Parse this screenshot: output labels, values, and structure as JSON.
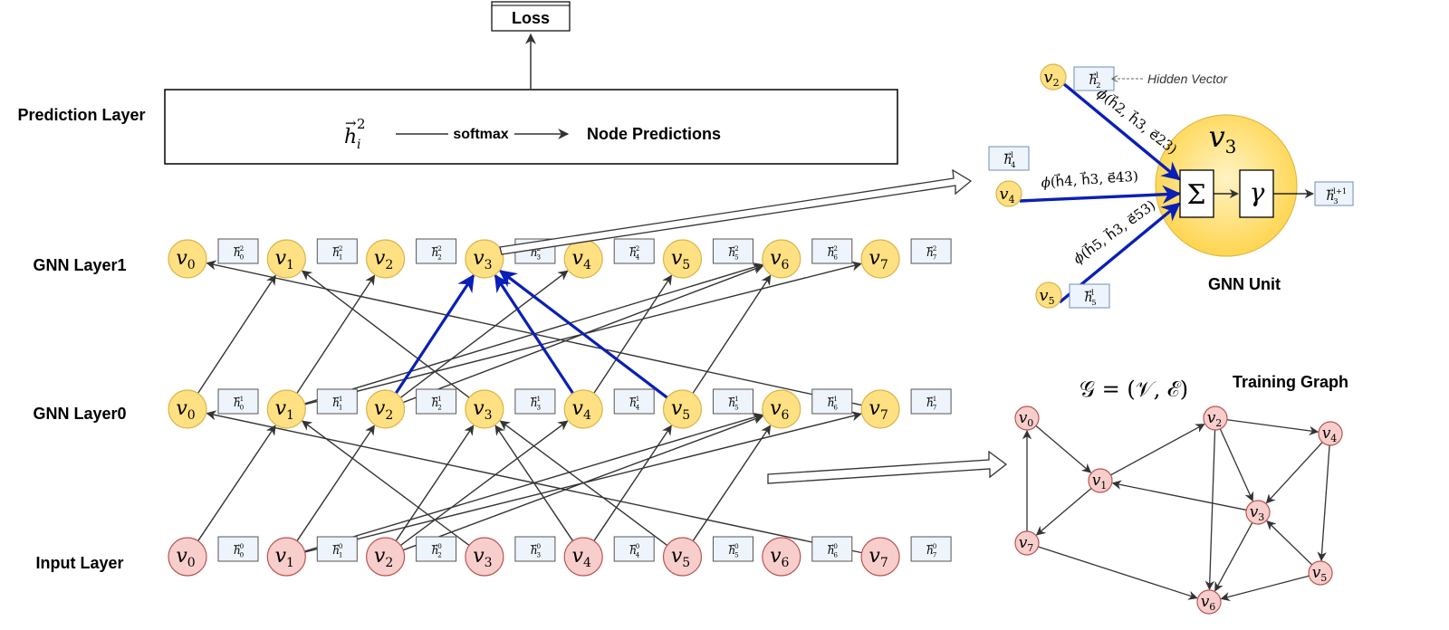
{
  "loss": {
    "label": "Loss"
  },
  "prediction": {
    "layer_label": "Prediction Layer",
    "h_label": "h",
    "h_sup": "2",
    "h_sub": "i",
    "softmax": "softmax",
    "node_predictions": "Node Predictions"
  },
  "layers": [
    {
      "label": "GNN Layer1",
      "level": "2",
      "kind": "hidden"
    },
    {
      "label": "GNN Layer0",
      "level": "1",
      "kind": "hidden"
    },
    {
      "label": "Input Layer",
      "level": "0",
      "kind": "input"
    }
  ],
  "nodes": [
    "0",
    "1",
    "2",
    "3",
    "4",
    "5",
    "6",
    "7"
  ],
  "node_letter": "v",
  "vec_letter": "h",
  "edges_l0_to_l1": [
    [
      0,
      1
    ],
    [
      1,
      2
    ],
    [
      1,
      6
    ],
    [
      1,
      7
    ],
    [
      2,
      3
    ],
    [
      2,
      4
    ],
    [
      2,
      6
    ],
    [
      3,
      1
    ],
    [
      4,
      3
    ],
    [
      4,
      5
    ],
    [
      5,
      3
    ],
    [
      5,
      6
    ],
    [
      7,
      0
    ]
  ],
  "edges_in_to_l0": [
    [
      0,
      1
    ],
    [
      1,
      2
    ],
    [
      1,
      6
    ],
    [
      1,
      7
    ],
    [
      2,
      3
    ],
    [
      2,
      4
    ],
    [
      2,
      6
    ],
    [
      3,
      1
    ],
    [
      4,
      3
    ],
    [
      4,
      5
    ],
    [
      5,
      3
    ],
    [
      5,
      6
    ],
    [
      7,
      0
    ]
  ],
  "highlight_edges": [
    [
      2,
      3
    ],
    [
      4,
      3
    ],
    [
      5,
      3
    ]
  ],
  "unit": {
    "title": "GNN Unit",
    "center_node": "3",
    "sum_symbol": "Σ",
    "gamma_symbol": "γ",
    "hidden_vector": "Hidden Vector",
    "out_sup": "l+1",
    "out_sub": "3",
    "sup_l": "l",
    "phi": "ϕ",
    "inputs": [
      {
        "node": "2",
        "msg": "(h⃗2, h⃗3, e⃗23)"
      },
      {
        "node": "4",
        "msg": "(h⃗4, h⃗3, e⃗43)"
      },
      {
        "node": "5",
        "msg": "(h⃗5, h⃗3, e⃗53)"
      }
    ]
  },
  "training_graph": {
    "title": "Training Graph",
    "formula": "𝒢 = (𝒱, ℰ)",
    "edges": [
      [
        0,
        1
      ],
      [
        7,
        0
      ],
      [
        1,
        7
      ],
      [
        1,
        2
      ],
      [
        2,
        4
      ],
      [
        2,
        3
      ],
      [
        2,
        6
      ],
      [
        3,
        1
      ],
      [
        3,
        6
      ],
      [
        4,
        3
      ],
      [
        4,
        5
      ],
      [
        5,
        3
      ],
      [
        5,
        6
      ],
      [
        7,
        6
      ]
    ]
  },
  "colors": {
    "hidden_fill": "#FFE082",
    "hidden_stroke": "#D9B44A",
    "input_fill": "#F8CECC",
    "input_stroke": "#B85450",
    "vec_fill": "#EEF4FB",
    "vec_stroke": "#6C8EBF",
    "highlight": "#0A1FB5",
    "edge": "#333333"
  }
}
